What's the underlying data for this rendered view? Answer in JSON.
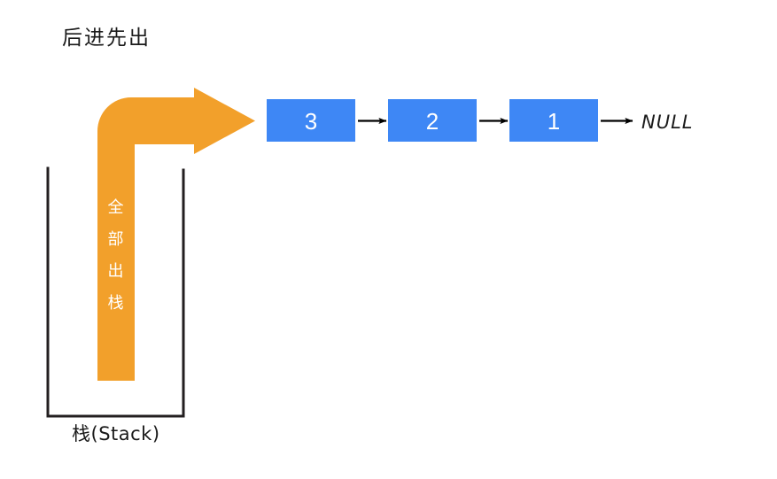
{
  "diagram": {
    "title": "后进先出",
    "stack": {
      "label": "栈(Stack)",
      "bracket_color": "#231f20"
    },
    "pop_arrow": {
      "label": "全部出栈",
      "color": "#F2A02B",
      "text_color": "#ffffff"
    },
    "linked_list": {
      "node_color": "#3E87F5",
      "node_text_color": "#ffffff",
      "connector_color": "#000000",
      "nodes": [
        {
          "value": "3"
        },
        {
          "value": "2"
        },
        {
          "value": "1"
        }
      ],
      "terminator": "NULL"
    }
  },
  "chart_data": {
    "type": "diagram",
    "title": "后进先出",
    "description_nodes": [
      "3",
      "2",
      "1",
      "NULL"
    ],
    "stack_label": "栈(Stack)",
    "transition_label": "全部出栈"
  }
}
